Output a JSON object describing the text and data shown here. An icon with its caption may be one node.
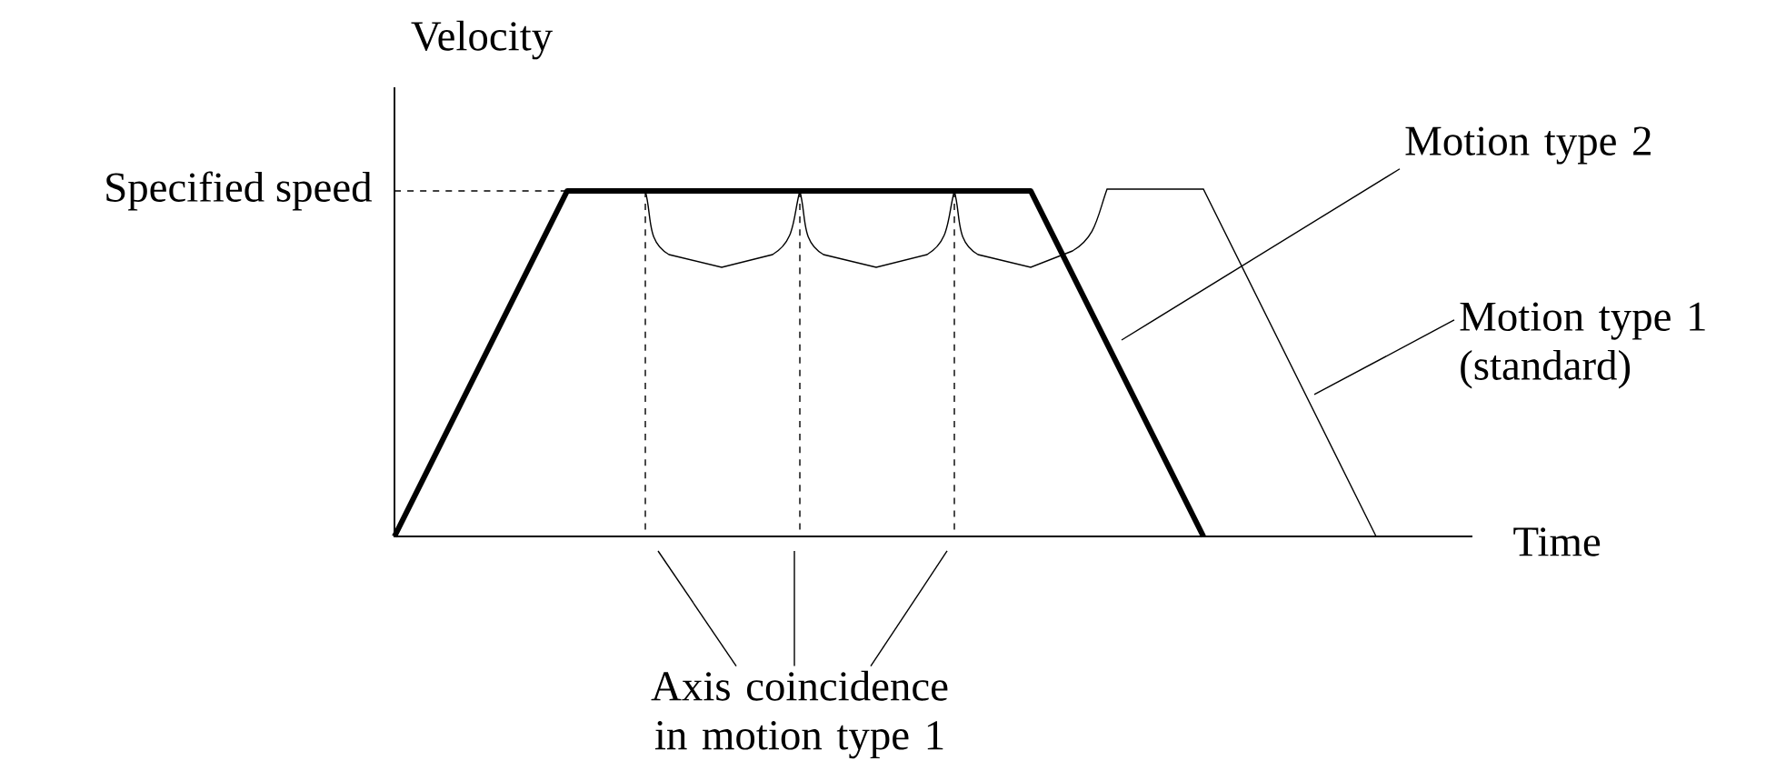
{
  "diagram": {
    "nodes": [
      {
        "text": [
          "Motion type 2"
        ]
      },
      {
        "text": [
          "Motion type 1 (standard)"
        ]
      },
      {
        "text": [
          "Axis coincidence in motion type 1"
        ]
      }
    ],
    "edges": [
      {
        "from": 0,
        "to": null,
        "arrow": "none"
      },
      {
        "from": 1,
        "to": null,
        "arrow": "none"
      },
      {
        "from": 2,
        "to": null,
        "arrow": "none"
      },
      {
        "from": 2,
        "to": null,
        "arrow": "none"
      },
      {
        "from": 2,
        "to": null,
        "arrow": "none"
      }
    ],
    "labels": [
      "Velocity",
      "Specified speed",
      "Time"
    ]
  }
}
